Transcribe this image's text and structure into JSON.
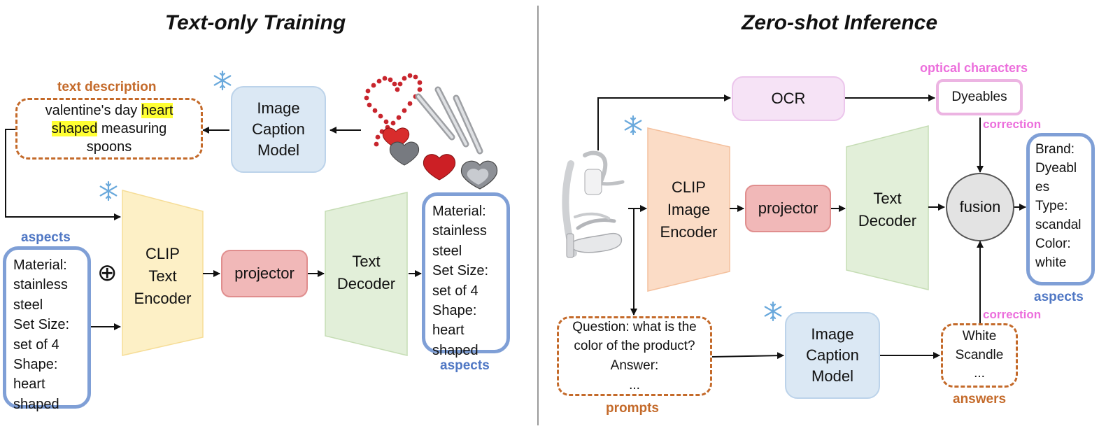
{
  "left": {
    "title": "Text-only Training",
    "text_description_label": "text description",
    "text_description": {
      "part1": "valentine's day ",
      "highlight1": "heart",
      "highlight2": "shaped",
      "part2": " measuring",
      "part3": "spoons"
    },
    "caption_model": "Image\nCaption\nModel",
    "clip_encoder": "CLIP\nText\nEncoder",
    "projector": "projector",
    "decoder": "Text\nDecoder",
    "aspects_label_input": "aspects",
    "aspects_label_output": "aspects",
    "aspects_input": "Material:\nstainless\nsteel\nSet Size:\nset of 4\nShape:\nheart\nshaped",
    "aspects_output": "Material:\nstainless\nsteel\nSet Size:\nset of 4\nShape:\nheart\nshaped",
    "oplus": "⊕"
  },
  "right": {
    "title": "Zero-shot Inference",
    "ocr": "OCR",
    "optical_label": "optical characters",
    "ocr_output": "Dyeables",
    "correction_top": "correction",
    "correction_bottom": "correction",
    "clip_encoder": "CLIP\nImage\nEncoder",
    "projector": "projector",
    "decoder": "Text\nDecoder",
    "fusion": "fusion",
    "aspects_output": "Brand:\nDyeabl\nes\nType:\nscandal\nColor:\nwhite",
    "aspects_label": "aspects",
    "prompt_text": "Question: what is the\ncolor of the product?\nAnswer:\n...",
    "prompts_label": "prompts",
    "caption_model": "Image\nCaption\nModel",
    "answer_text": "White\nScandle\n...",
    "answers_label": "answers"
  },
  "colors": {
    "caption_fill": "#dbe8f4",
    "ocr_fill": "#f6e3f6",
    "projector_fill": "#f1b8b8",
    "clip_text_fill": "#fdf0c6",
    "clip_image_fill": "#fbdcc6",
    "decoder_fill": "#e2efd9",
    "orange_label": "#c46a2a",
    "blue_label": "#4f77c4",
    "pink_label": "#ec6edc",
    "highlight": "#ffff33"
  },
  "icons": [
    "snowflake-icon",
    "spoons-image",
    "sandal-image",
    "oplus-icon"
  ]
}
